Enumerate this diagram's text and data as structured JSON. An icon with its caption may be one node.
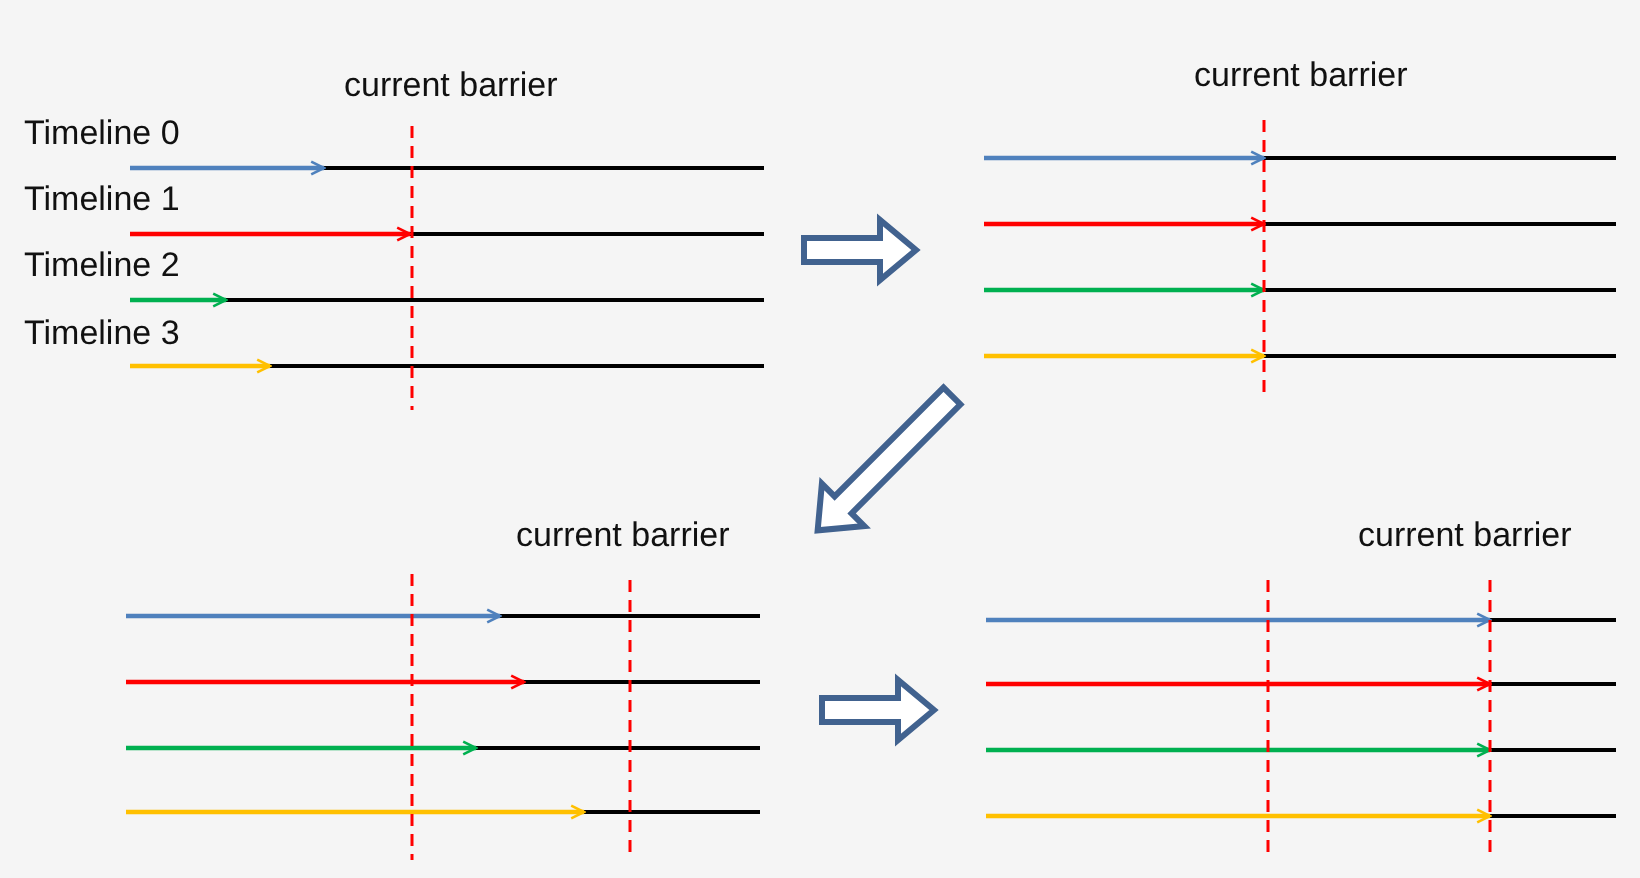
{
  "diagram": {
    "labels": [
      "current barrier",
      "current barrier",
      "Timeline 0",
      "Timeline 1",
      "Timeline 2",
      "Timeline 3",
      "current barrier",
      "current barrier"
    ]
  }
}
